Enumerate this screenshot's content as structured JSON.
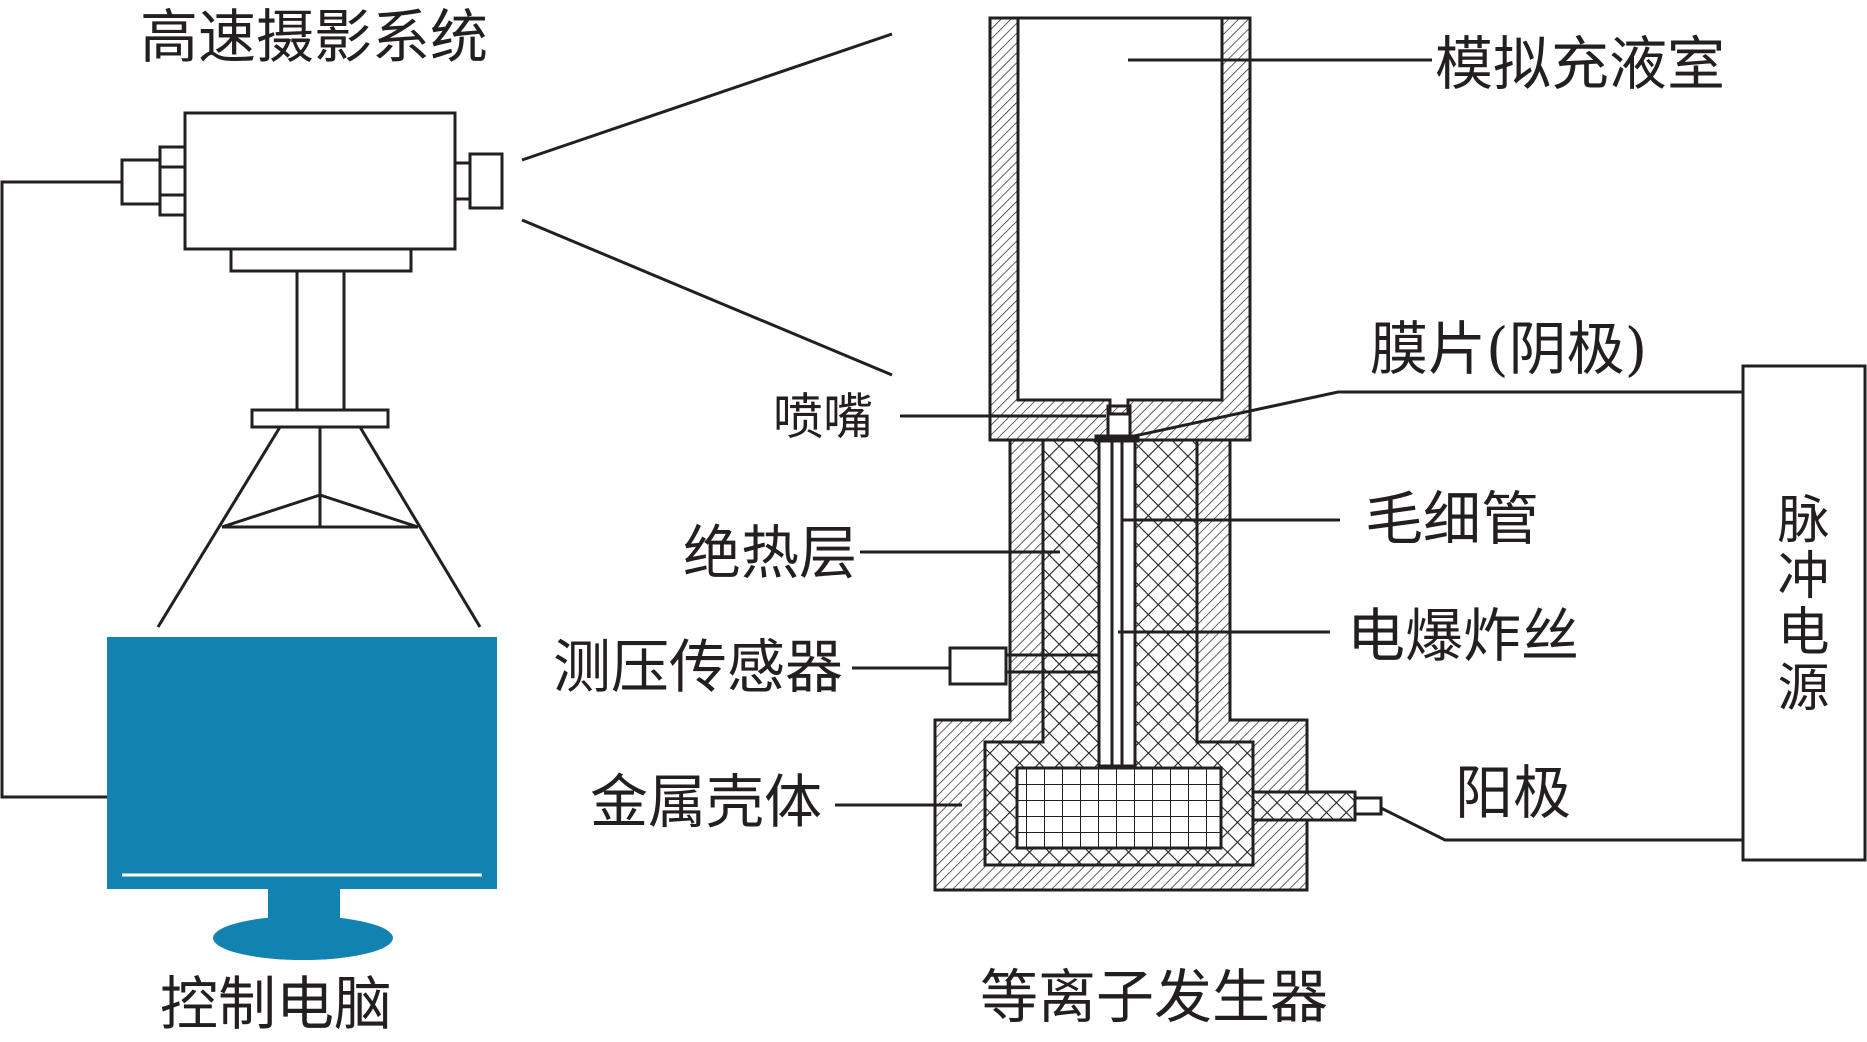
{
  "colors": {
    "line": "#231f20",
    "monitor": "#1283b0",
    "background": "#ffffff"
  },
  "labels": {
    "camera_system": "高速摄影系统",
    "control_pc": "控制电脑",
    "plasma_generator": "等离子发生器",
    "fill_chamber": "模拟充液室",
    "membrane": "膜片(阴极)",
    "nozzle": "喷嘴",
    "capillary": "毛细管",
    "insulation": "绝热层",
    "wire": "电爆炸丝",
    "sensor": "测压传感器",
    "shell": "金属壳体",
    "anode": "阳极",
    "pulse_power": "脉冲电源"
  }
}
